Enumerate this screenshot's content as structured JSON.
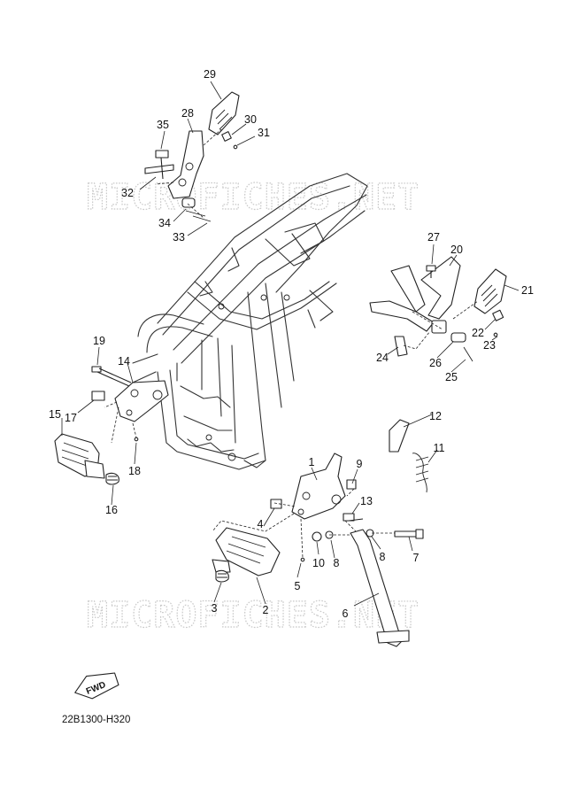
{
  "diagram": {
    "watermarks": [
      "MICROFICHES.NET",
      "MICROFICHES.NET"
    ],
    "forward_label": "FWD",
    "diagram_code": "22B1300-H320",
    "callouts": [
      "1",
      "2",
      "3",
      "4",
      "5",
      "6",
      "7",
      "8",
      "8",
      "9",
      "10",
      "11",
      "12",
      "13",
      "14",
      "15",
      "16",
      "17",
      "18",
      "19",
      "20",
      "21",
      "22",
      "23",
      "24",
      "25",
      "26",
      "27",
      "28",
      "29",
      "30",
      "31",
      "32",
      "33",
      "34",
      "35"
    ]
  }
}
